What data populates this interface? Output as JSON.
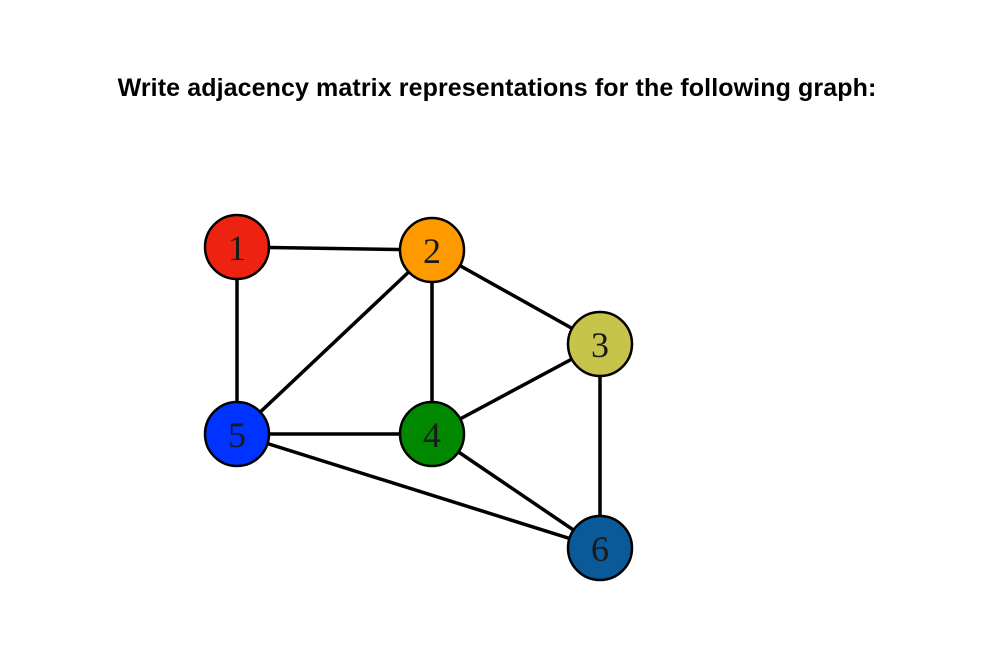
{
  "question": {
    "text": "Write adjacency matrix representations for the following graph:"
  },
  "graph": {
    "nodes": [
      {
        "id": "1",
        "label": "1",
        "color": "#ee2211"
      },
      {
        "id": "2",
        "label": "2",
        "color": "#ff9900"
      },
      {
        "id": "3",
        "label": "3",
        "color": "#c6c44a"
      },
      {
        "id": "4",
        "label": "4",
        "color": "#008800"
      },
      {
        "id": "5",
        "label": "5",
        "color": "#0033ff"
      },
      {
        "id": "6",
        "label": "6",
        "color": "#0a5a99"
      }
    ],
    "edges": [
      [
        "1",
        "2"
      ],
      [
        "1",
        "5"
      ],
      [
        "2",
        "5"
      ],
      [
        "2",
        "4"
      ],
      [
        "2",
        "3"
      ],
      [
        "5",
        "4"
      ],
      [
        "4",
        "3"
      ],
      [
        "3",
        "6"
      ],
      [
        "4",
        "6"
      ],
      [
        "5",
        "6"
      ]
    ]
  }
}
